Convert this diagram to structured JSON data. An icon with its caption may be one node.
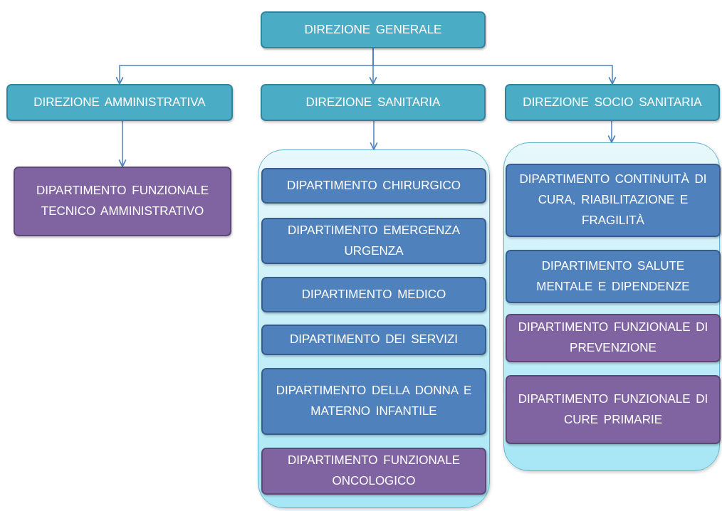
{
  "diagram": {
    "nodes": [
      {
        "text": [
          "DIREZIONE GENERALE"
        ]
      },
      {
        "text": [
          "DIREZIONE AMMINISTRATIVA"
        ]
      },
      {
        "text": [
          "DIREZIONE SANITARIA"
        ]
      },
      {
        "text": [
          "DIREZIONE SOCIO SANITARIA"
        ]
      },
      {
        "text": [
          "DIPARTIMENTO FUNZIONALE TECNICO AMMINISTRATIVO"
        ]
      },
      {
        "text": [],
        "shape": "box"
      },
      {
        "text": [
          "DIPARTIMENTO CHIRURGICO"
        ],
        "in": 5
      },
      {
        "text": [
          "DIPARTIMENTO EMERGENZA URGENZA"
        ],
        "in": 5
      },
      {
        "text": [
          "DIPARTIMENTO MEDICO"
        ],
        "in": 5
      },
      {
        "text": [
          "DIPARTIMENTO DEI SERVIZI"
        ],
        "in": 5
      },
      {
        "text": [
          "DIPARTIMENTO DELLA DONNA E MATERNO INFANTILE"
        ],
        "in": 5
      },
      {
        "text": [
          "DIPARTIMENTO FUNZIONALE ONCOLOGICO"
        ],
        "in": 5
      },
      {
        "text": [],
        "shape": "box"
      },
      {
        "text": [
          "DIPARTIMENTO CONTINUITÀ DI CURA, RIABILITAZIONE E FRAGILITÀ"
        ],
        "in": 12
      },
      {
        "text": [
          "DIPARTIMENTO SALUTE MENTALE E DIPENDENZE"
        ],
        "in": 12
      },
      {
        "text": [
          "DIPARTIMENTO FUNZIONALE DI PREVENZIONE"
        ],
        "in": 12
      },
      {
        "text": [
          "DIPARTIMENTO FUNZIONALE DI CURE PRIMARIE"
        ],
        "in": 12
      }
    ],
    "edges": [
      {
        "from": 0,
        "to": 1,
        "arrow": "to"
      },
      {
        "from": 0,
        "to": 2,
        "arrow": "to"
      },
      {
        "from": 0,
        "to": 3,
        "arrow": "to"
      },
      {
        "from": 1,
        "to": 4,
        "arrow": "to"
      },
      {
        "from": 2,
        "to": 5,
        "arrow": "to"
      },
      {
        "from": 3,
        "to": 12,
        "arrow": "to"
      }
    ]
  }
}
